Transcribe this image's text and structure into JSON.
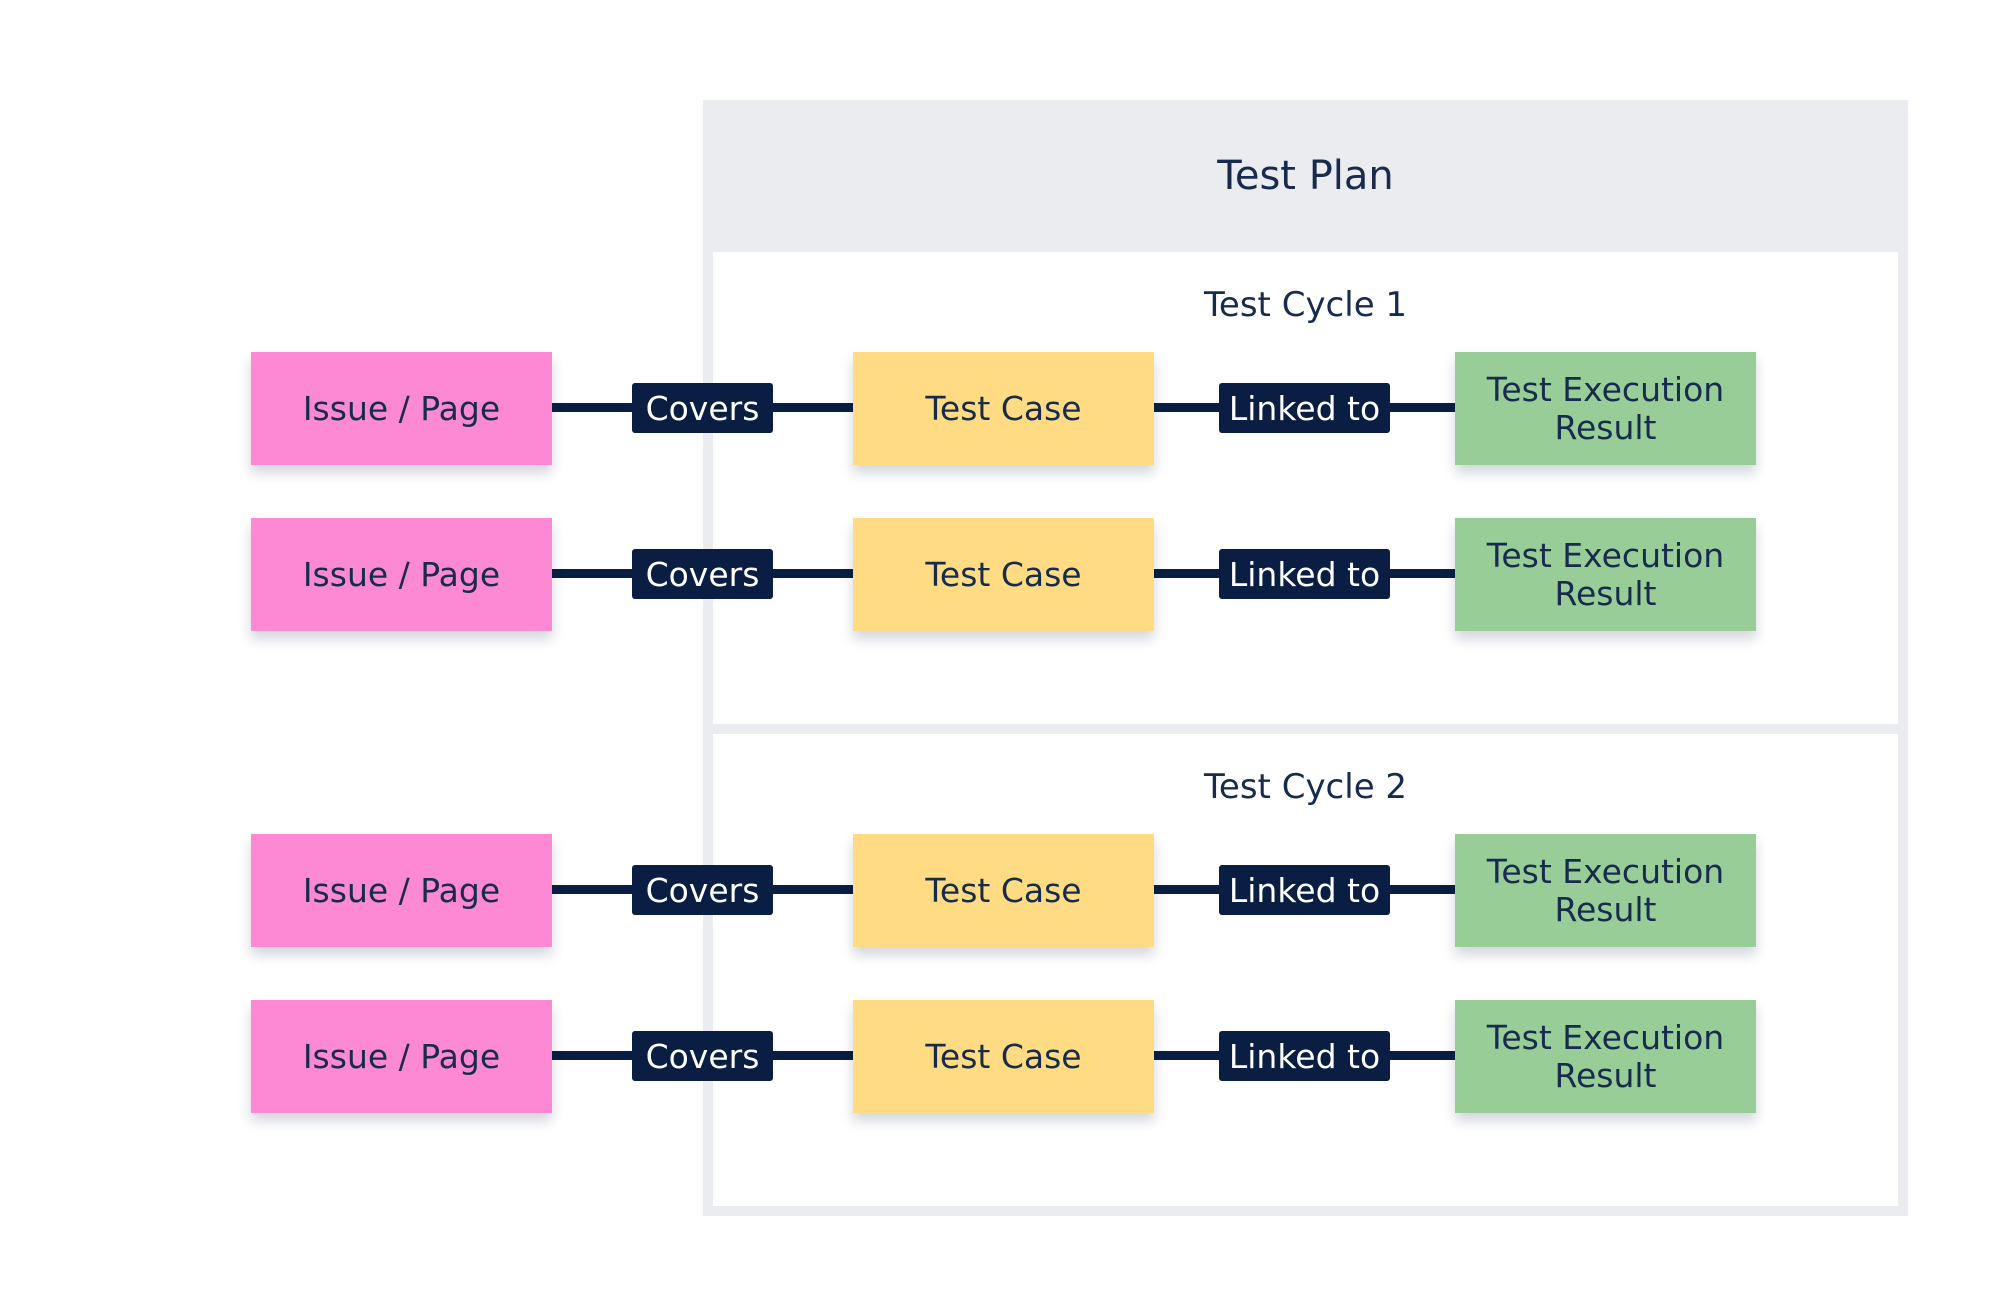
{
  "test_plan": {
    "title": "Test Plan",
    "cycles": [
      {
        "title": "Test Cycle 1",
        "rows": [
          {
            "issue": "Issue / Page",
            "covers": "Covers",
            "test_case": "Test Case",
            "linked": "Linked to",
            "result": "Test Execution Result"
          },
          {
            "issue": "Issue / Page",
            "covers": "Covers",
            "test_case": "Test Case",
            "linked": "Linked to",
            "result": "Test Execution Result"
          }
        ]
      },
      {
        "title": "Test Cycle 2",
        "rows": [
          {
            "issue": "Issue / Page",
            "covers": "Covers",
            "test_case": "Test Case",
            "linked": "Linked to",
            "result": "Test Execution Result"
          },
          {
            "issue": "Issue / Page",
            "covers": "Covers",
            "test_case": "Test Case",
            "linked": "Linked to",
            "result": "Test Execution Result"
          }
        ]
      }
    ]
  },
  "colors": {
    "issue": "#fd88d3",
    "test_case": "#ffdc83",
    "result": "#98cd97",
    "connector": "#091e42",
    "plan_background": "#ebecf0"
  }
}
